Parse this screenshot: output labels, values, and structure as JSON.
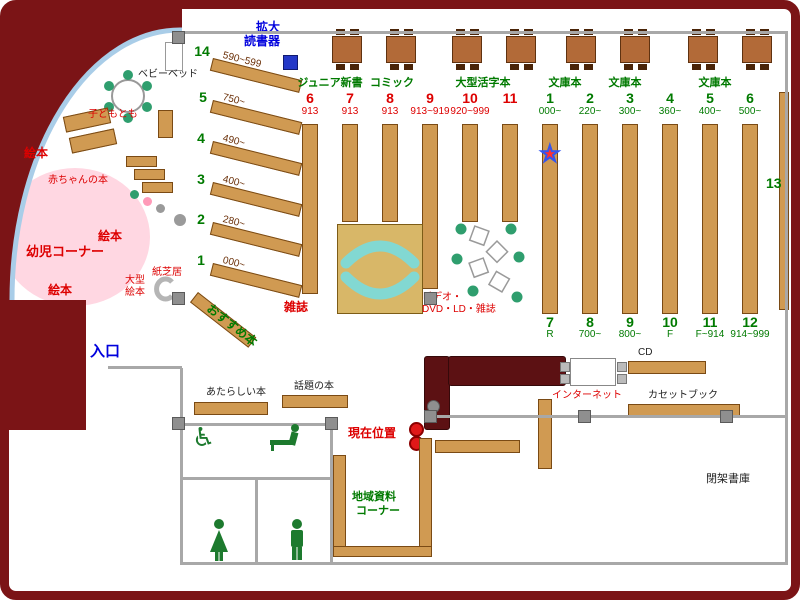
{
  "magnifier": {
    "line1": "拡大",
    "line2": "読書器"
  },
  "children": {
    "baby_bed": "ベビーベッド",
    "kodomo_tomo": "子どもとも",
    "picture_books_1": "絵本",
    "baby_books": "赤ちゃんの本",
    "infant_corner": "幼児コーナー",
    "picture_books_2": "絵本",
    "picture_books_3": "絵本",
    "large_picture_line1": "大型",
    "large_picture_line2": "絵本",
    "kamishibai": "紙芝居"
  },
  "entrance": "入口",
  "recommended": "おすすめ本",
  "genres": [
    "ジュニア新書",
    "コミック",
    "大型活字本",
    "文庫本",
    "文庫本",
    "文庫本"
  ],
  "diagonal_shelves": [
    {
      "num": "14",
      "range": "590~599"
    },
    {
      "num": "5",
      "range": "750~"
    },
    {
      "num": "4",
      "range": "490~"
    },
    {
      "num": "3",
      "range": "400~"
    },
    {
      "num": "2",
      "range": "280~"
    },
    {
      "num": "1",
      "range": "000~"
    }
  ],
  "red_columns": [
    {
      "num": "6",
      "range": "913"
    },
    {
      "num": "7",
      "range": "913"
    },
    {
      "num": "8",
      "range": "913"
    },
    {
      "num": "9",
      "range": "913~919"
    },
    {
      "num": "10",
      "range": "920~999"
    },
    {
      "num": "11",
      "range": ""
    }
  ],
  "green_columns": [
    {
      "num": "1",
      "range": "000~"
    },
    {
      "num": "2",
      "range": "220~"
    },
    {
      "num": "3",
      "range": "300~"
    },
    {
      "num": "4",
      "range": "360~"
    },
    {
      "num": "5",
      "range": "400~"
    },
    {
      "num": "6",
      "range": "500~"
    }
  ],
  "bottom_columns": [
    {
      "num": "7",
      "range": "R"
    },
    {
      "num": "8",
      "range": "700~"
    },
    {
      "num": "9",
      "range": "800~"
    },
    {
      "num": "10",
      "range": "F"
    },
    {
      "num": "11",
      "range": "F~914"
    },
    {
      "num": "12",
      "range": "914~999"
    }
  ],
  "area_13": "13",
  "center": {
    "magazines": "雑誌",
    "video_line1": "ビデオ・",
    "video_line2": "DVD・LD・雑誌",
    "current_location": "現在位置"
  },
  "south": {
    "new_books": "あたらしい本",
    "topical_books": "話題の本",
    "regional_line1": "地域資料",
    "regional_line2": "コーナー",
    "cd": "CD",
    "internet": "インターネット",
    "cassette": "カセットブック",
    "closed_stacks": "閉架書庫"
  }
}
